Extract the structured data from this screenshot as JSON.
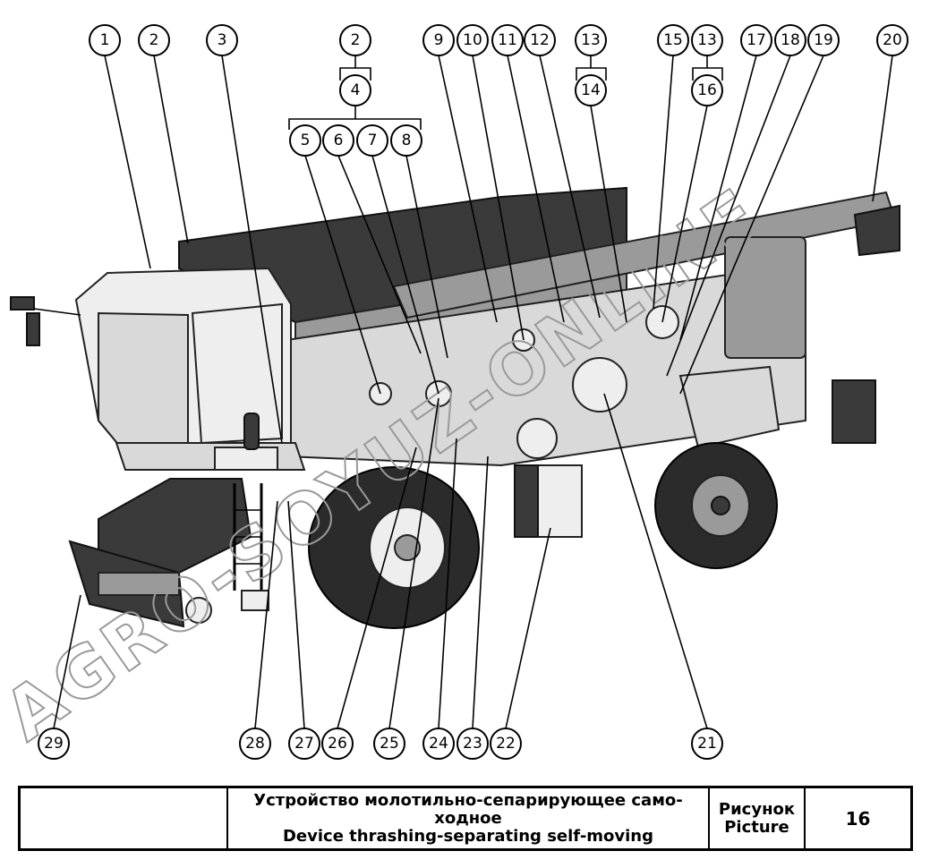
{
  "diagram": {
    "callouts": [
      "1",
      "2",
      "3",
      "2",
      "4",
      "5",
      "6",
      "7",
      "8",
      "9",
      "10",
      "11",
      "12",
      "13",
      "14",
      "15",
      "13",
      "16",
      "17",
      "18",
      "19",
      "20",
      "21",
      "22",
      "23",
      "24",
      "25",
      "26",
      "27",
      "28",
      "29"
    ],
    "watermark": "AGRO-SOYUZ-ONLINE"
  },
  "title_block": {
    "description_ru_line1": "Устройство молотильно-сепарирующее само-",
    "description_ru_line2": "ходное",
    "description_en": "Device thrashing-separating self-moving",
    "label_ru": "Рисунок",
    "label_en": "Picture",
    "figure_number": "16"
  }
}
